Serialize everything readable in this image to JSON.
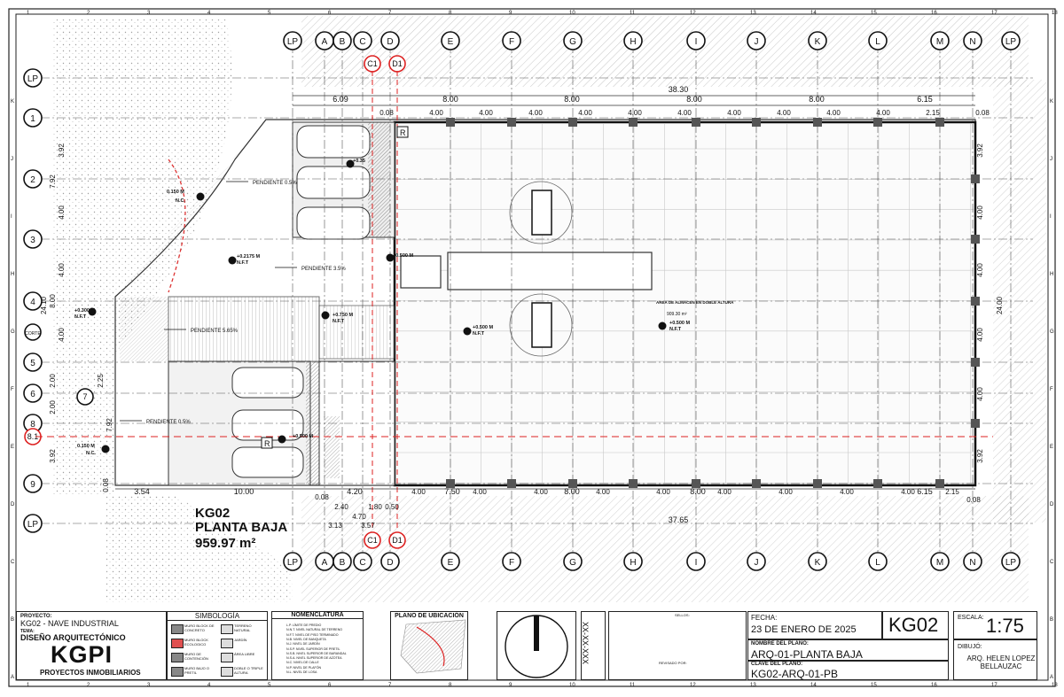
{
  "sheet": {
    "border_index_top": [
      "1",
      "2",
      "3",
      "4",
      "5",
      "6",
      "7",
      "8",
      "9",
      "10",
      "11",
      "12",
      "13",
      "14",
      "15",
      "16",
      "17",
      "18"
    ],
    "border_index_side": [
      "K",
      "J",
      "I",
      "H",
      "G",
      "F",
      "E",
      "D",
      "C",
      "B",
      "A"
    ]
  },
  "grid": {
    "col_labels": [
      "LP",
      "A",
      "B",
      "C",
      "D",
      "E",
      "F",
      "G",
      "H",
      "I",
      "J",
      "K",
      "L",
      "M",
      "N",
      "LP"
    ],
    "row_labels": [
      "LP",
      "1",
      "2",
      "3",
      "4",
      "5",
      "6",
      "8",
      "9",
      "LP"
    ],
    "extra_labels": [
      "C1",
      "D1",
      "7",
      "8.1",
      "CORTE"
    ]
  },
  "dims": {
    "top_total": "38.30",
    "top_segments": [
      "6.09",
      "8.00",
      "8.00",
      "8.00",
      "8.00",
      "6.15"
    ],
    "top_sub": [
      "0.08",
      "4.00",
      "4.00",
      "4.00",
      "4.00",
      "4.00",
      "4.00",
      "4.00",
      "4.00",
      "4.00",
      "4.00",
      "2.15",
      "0.08"
    ],
    "left": [
      "3.92",
      "7.92",
      "4.00",
      "4.00",
      "24.10",
      "8.00",
      "4.00",
      "2.00",
      "2.00",
      "2.25",
      "3.92",
      "7.92",
      "0.08"
    ],
    "right": [
      "3.92",
      "4.00",
      "4.00",
      "4.00",
      "4.00",
      "3.92",
      "24.00"
    ],
    "bottom_segments": [
      "3.54",
      "10.00",
      "4.20",
      "7.50",
      "8.00",
      "8.00",
      "6.15"
    ],
    "bottom_sub": [
      "0.08",
      "2.40",
      "1.80",
      "0.50",
      "4.70",
      "3.13",
      "3.57",
      "4.00",
      "4.00",
      "4.00",
      "4.00",
      "4.00",
      "4.00",
      "4.00",
      "4.00",
      "4.00",
      "2.15",
      "0.08"
    ],
    "bottom_total": "37.65"
  },
  "annotations": {
    "pendientes": [
      "PENDIENTE 0.5%",
      "PENDIENTE 3.5%",
      "PENDIENTE 5.65%",
      "PENDIENTE 0.5%"
    ],
    "levels": [
      "0.150 M",
      "N.C.",
      "+0.300 M",
      "N.F.T",
      "+0.2175 M",
      "N.F.T",
      "+0.500 M",
      "+0.750 M",
      "N.F.T",
      "+0.500 M",
      "N.F.T",
      "+0.500 M",
      "N.F.T",
      "0.150 M",
      "N.C.",
      "+0.35",
      "+0.500 M"
    ],
    "area_label": "AREA DE ALMACEN EN DOBLE ALTURA",
    "area_value": "909.30 m²",
    "markers": [
      "R",
      "R"
    ]
  },
  "plan_title": {
    "code": "KG02",
    "name": "PLANTA BAJA",
    "area": "959.97 m²"
  },
  "title_block": {
    "proyecto_label": "PROYECTO:",
    "proyecto": "KG02 - NAVE INDUSTRIAL",
    "tema_label": "TEMA:",
    "tema": "DISEÑO ARQUITECTÓNICO",
    "logo": "KGPI",
    "company": "PROYECTOS INMOBILIARIOS",
    "simbologia_title": "SIMBOLOGÍA",
    "simbologia_items": [
      "MURO BLOCK DE CONCRETO",
      "TERRENO NATURAL",
      "MURO BLOCK ECOLOGICO",
      "JARDÍN",
      "MURO DE CONTENCIÓN",
      "ÁREA LIBRE",
      "MURO BAJO O PRETIL",
      "DOBLE O TRIPLE ALTURA"
    ],
    "nomenclatura_title": "NOMENCLATURA",
    "nomenclatura_items": [
      "L.P. LÍMITE DE PREDIO",
      "N.N.T. NIVEL NATURAL DE TERRENO",
      "N.F.T. NIVEL DE PISO TERMINADO",
      "N.B. NIVEL DE BANQUETA",
      "N.J. NIVEL DE JARDÍN",
      "N.S.P. NIVEL SUPERIOR DE PRETIL",
      "N.S.B. NIVEL SUPERIOR DE BARANDAL",
      "N.S.A. NIVEL SUPERIOR DE AZOTEA",
      "N.C. NIVEL DE CALLE",
      "N.P. NIVEL DE PLAFÓN",
      "N.L. NIVEL DE LOSA"
    ],
    "ubicacion_title": "PLANO DE UBICACIÓN",
    "clave_vertical": "XX-XX-XXX",
    "sellos": "SELLOS:",
    "revisado": "REVISADO POR:",
    "fecha_label": "FECHA:",
    "fecha": "23 DE ENERO DE 2025",
    "code": "KG02",
    "escala_label": "ESCALA:",
    "escala": "1:75",
    "nombre_label": "NOMBRE DEL PLANO:",
    "nombre": "ARQ-01-PLANTA BAJA",
    "clave_label": "CLAVE DEL PLANO:",
    "clave": "KG02-ARQ-01-PB",
    "dibujo_label": "DIBUJÓ:",
    "dibujo": "ARQ. HELEN LOPEZ BELLAUZAC"
  }
}
